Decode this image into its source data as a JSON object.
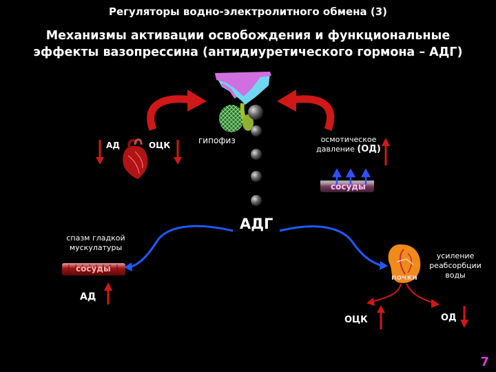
{
  "header": "Регуляторы водно-электролитного обмена (3)",
  "title_line1": "Механизмы активации освобождения и функциональные",
  "title_line2": "эффекты вазопрессина (антидиуретического гормона – АДГ)",
  "left_top": {
    "ad": "АД",
    "ock": "ОЦК"
  },
  "pituitary": "гипофиз",
  "osmotic_line1": "осмотическое",
  "osmotic_line2": "давление",
  "osmotic_abbr": "(ОД)",
  "vessels_top": "сосуды",
  "adh": "АДГ",
  "spasm_line1": "спазм гладкой",
  "spasm_line2": "мускулатуры",
  "vessels_left": "сосуды",
  "ad_bottom": "АД",
  "kidneys": "почки",
  "reabs_line1": "усиление",
  "reabs_line2": "реабсорбции",
  "reabs_line3": "воды",
  "ock_bottom": "ОЦК",
  "od_bottom": "ОД",
  "page_number": "7",
  "colors": {
    "arrow_red": "#d01818",
    "curve_blue": "#1f5bff",
    "page_num": "#d83bd8"
  },
  "icons": [
    "heart-icon",
    "pituitary-icon",
    "vessel-icon",
    "kidney-icon"
  ]
}
